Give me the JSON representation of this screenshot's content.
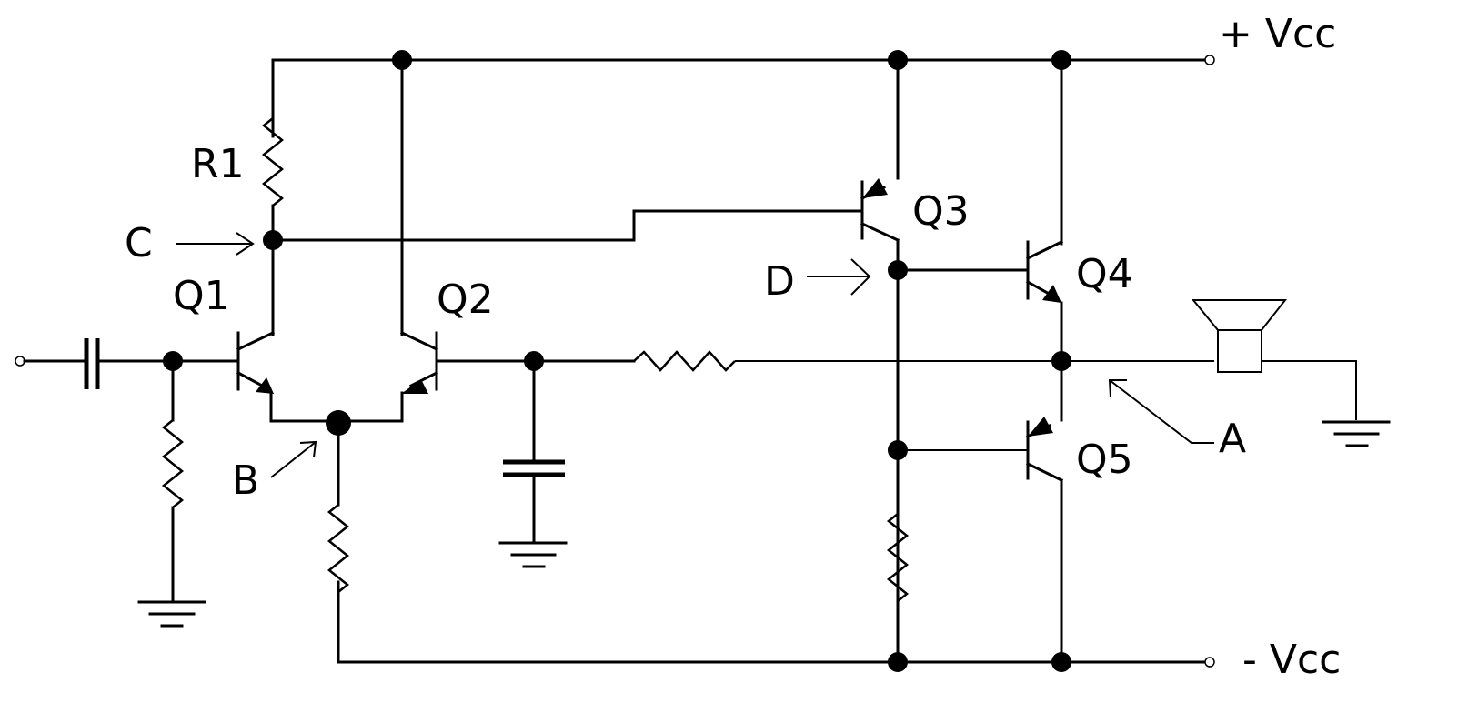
{
  "labels": {
    "vcc_pos": "+ Vcc",
    "vcc_neg": "- Vcc",
    "r1": "R1",
    "q1": "Q1",
    "q2": "Q2",
    "q3": "Q3",
    "q4": "Q4",
    "q5": "Q5",
    "a": "A",
    "b": "B",
    "c": "C",
    "d": "D"
  }
}
